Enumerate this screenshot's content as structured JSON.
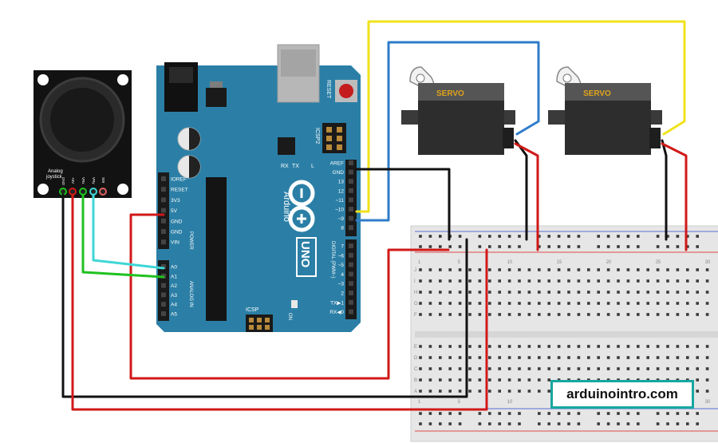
{
  "joystick": {
    "label_line1": "Analog",
    "label_line2": "joystick",
    "pins": [
      "GND",
      "+5V",
      "VRx",
      "VRy",
      "SW"
    ]
  },
  "arduino": {
    "brand": "Arduino",
    "model": "UNO",
    "reset_label": "RESET",
    "icsp2_label": "ICSP2",
    "icsp_label": "ICSP",
    "tx_label": "TX",
    "rx_label": "RX",
    "l_label": "L",
    "on_label": "ON",
    "power_label": "POWER",
    "analog_label": "ANALOG IN",
    "digital_label": "DIGITAL (PWM~)",
    "power_pins": [
      "IOREF",
      "RESET",
      "3V3",
      "5V",
      "GND",
      "GND",
      "VIN"
    ],
    "analog_pins": [
      "A0",
      "A1",
      "A2",
      "A3",
      "A4",
      "A5"
    ],
    "digital_top": [
      "AREF",
      "GND",
      "13",
      "12",
      "~11",
      "~10",
      "~9",
      "8"
    ],
    "digital_bottom": [
      "7",
      "~6",
      "~5",
      "4",
      "~3",
      "2",
      "TX▶1",
      "RX◀0"
    ]
  },
  "servos": [
    {
      "label": "SERVO"
    },
    {
      "label": "SERVO"
    }
  ],
  "breadboard": {
    "col_labels": [
      "1",
      "5",
      "10",
      "15",
      "20",
      "25",
      "30"
    ],
    "row_labels_top": [
      "J",
      "I",
      "H",
      "G",
      "F"
    ],
    "row_labels_bottom": [
      "E",
      "D",
      "C",
      "B",
      "A"
    ]
  },
  "watermark": "arduinointro.com",
  "colors": {
    "board": "#2b7fa6",
    "wire_red": "#d11919",
    "wire_black": "#111111",
    "wire_yellow": "#f0e21b",
    "wire_blue": "#2f7cc9",
    "wire_cyan": "#3fd6d6",
    "wire_green": "#1fc11f",
    "servo_label": "#e0a31c",
    "watermark_border": "#17a7a0"
  }
}
